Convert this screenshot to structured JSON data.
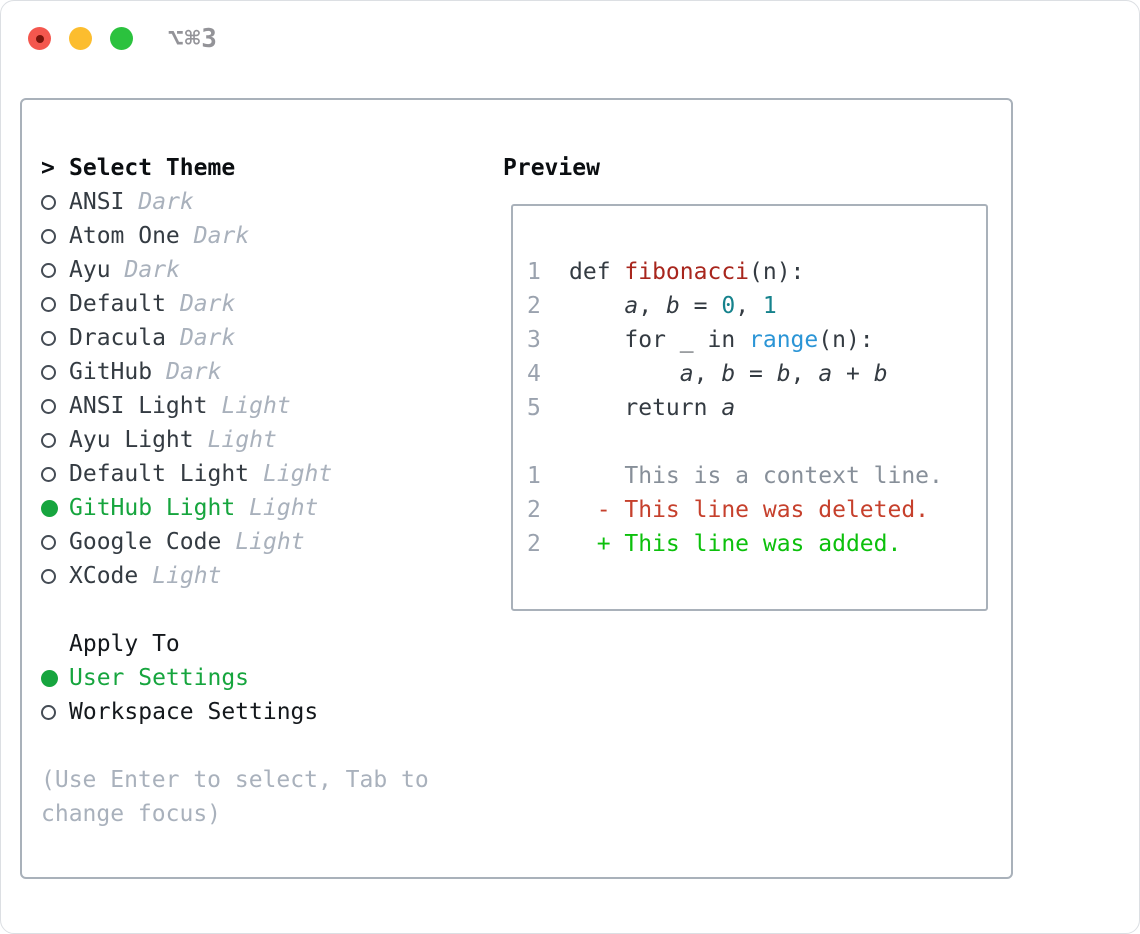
{
  "window": {
    "title": "⌥⌘3"
  },
  "colors": {
    "accent_green": "#16a53e",
    "added_green": "#0cc00c",
    "deleted_red": "#c6402c",
    "function_red": "#a8261d",
    "number_teal": "#15828c",
    "builtin_blue": "#2b95d6",
    "muted_gray": "#a9b1bc",
    "panel_border": "#a9b1ba",
    "traffic_red": "#f4574e",
    "traffic_yellow": "#fcbd2e",
    "traffic_green": "#2bc23e"
  },
  "theme_picker": {
    "prompt": ">",
    "header": "Select Theme",
    "themes": [
      {
        "name": "ANSI",
        "variant": "Dark",
        "selected": false
      },
      {
        "name": "Atom One",
        "variant": "Dark",
        "selected": false
      },
      {
        "name": "Ayu",
        "variant": "Dark",
        "selected": false
      },
      {
        "name": "Default",
        "variant": "Dark",
        "selected": false
      },
      {
        "name": "Dracula",
        "variant": "Dark",
        "selected": false
      },
      {
        "name": "GitHub",
        "variant": "Dark",
        "selected": false
      },
      {
        "name": "ANSI Light",
        "variant": "Light",
        "selected": false
      },
      {
        "name": "Ayu Light",
        "variant": "Light",
        "selected": false
      },
      {
        "name": "Default Light",
        "variant": "Light",
        "selected": false
      },
      {
        "name": "GitHub Light",
        "variant": "Light",
        "selected": true
      },
      {
        "name": "Google Code",
        "variant": "Light",
        "selected": false
      },
      {
        "name": "XCode",
        "variant": "Light",
        "selected": false
      }
    ],
    "apply_to": {
      "header": "Apply To",
      "options": [
        {
          "label": "User Settings",
          "selected": true
        },
        {
          "label": "Workspace Settings",
          "selected": false
        }
      ]
    },
    "help_lines": [
      "(Use Enter to select, Tab to",
      "change focus)"
    ]
  },
  "preview": {
    "header": "Preview",
    "code_lines": [
      {
        "num": "1",
        "spans": [
          {
            "t": "def ",
            "s": "plain"
          },
          {
            "t": "fibonacci",
            "s": "func"
          },
          {
            "t": "(n):",
            "s": "plain"
          }
        ]
      },
      {
        "num": "2",
        "spans": [
          {
            "t": "    ",
            "s": "plain"
          },
          {
            "t": "a",
            "s": "var"
          },
          {
            "t": ", ",
            "s": "plain"
          },
          {
            "t": "b",
            "s": "var"
          },
          {
            "t": " = ",
            "s": "plain"
          },
          {
            "t": "0",
            "s": "num"
          },
          {
            "t": ", ",
            "s": "plain"
          },
          {
            "t": "1",
            "s": "num"
          }
        ]
      },
      {
        "num": "3",
        "spans": [
          {
            "t": "    for _ in ",
            "s": "plain"
          },
          {
            "t": "range",
            "s": "call"
          },
          {
            "t": "(n):",
            "s": "plain"
          }
        ]
      },
      {
        "num": "4",
        "spans": [
          {
            "t": "        ",
            "s": "plain"
          },
          {
            "t": "a",
            "s": "var"
          },
          {
            "t": ", ",
            "s": "plain"
          },
          {
            "t": "b",
            "s": "var"
          },
          {
            "t": " = ",
            "s": "plain"
          },
          {
            "t": "b",
            "s": "var"
          },
          {
            "t": ", ",
            "s": "plain"
          },
          {
            "t": "a",
            "s": "var"
          },
          {
            "t": " + ",
            "s": "plain"
          },
          {
            "t": "b",
            "s": "var"
          }
        ]
      },
      {
        "num": "5",
        "spans": [
          {
            "t": "    return ",
            "s": "plain"
          },
          {
            "t": "a",
            "s": "var"
          }
        ]
      }
    ],
    "diff_lines": [
      {
        "num": "1",
        "kind": "ctx",
        "text": "    This is a context line."
      },
      {
        "num": "2",
        "kind": "del",
        "text": "  - This line was deleted."
      },
      {
        "num": "2",
        "kind": "add",
        "text": "  + This line was added."
      }
    ]
  }
}
